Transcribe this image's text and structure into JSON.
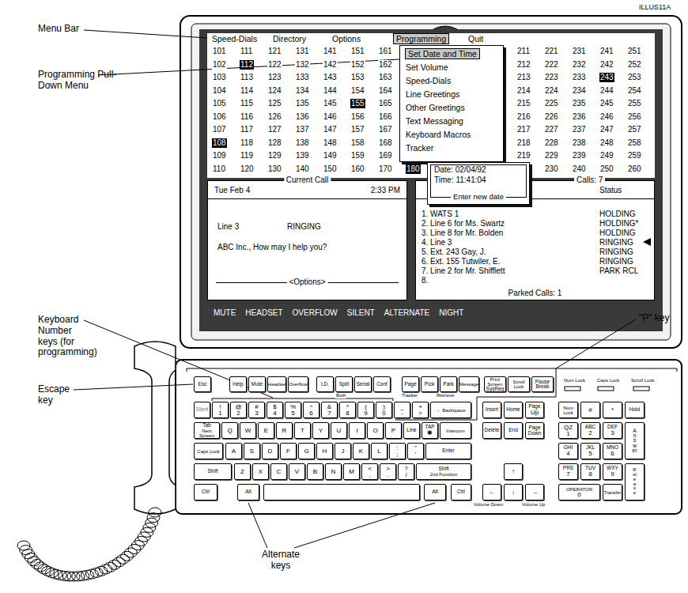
{
  "diagram": {
    "nodes": [
      {
        "text": [
          "Speed-Dials",
          "Directory",
          "Options",
          "Programming",
          "Quit"
        ]
      },
      {
        "text": [
          "Set Date and Time",
          "Set Volume",
          "Speed-Dials",
          "Line Greetings",
          "Other Greetings",
          "Text Messaging",
          "Keyboard Macros",
          "Tracker"
        ]
      },
      {
        "text": [
          "Current Call",
          "Tue Feb 4",
          "2:33 PM",
          "Line 3",
          "RINGING",
          "ABC Inc., How may I help you?",
          "<Options>"
        ]
      },
      {
        "text": [
          "Calls: 7",
          "Status",
          "1. WATS 1",
          "HOLDING",
          "2. Line 6 for Ms. Swartz",
          "HOLDING*",
          "3. Line 8 for Mr. Bolden",
          "HOLDING",
          "4. Line 3",
          "RINGING",
          "5. Ext. 243 Gay, J.",
          "RINGING",
          "6. Ext. 155 Tutwiler, E.",
          "RINGING",
          "7. Line 2 for Mr. Shifflett",
          "PARK RCL",
          "8.",
          "Parked Calls: 1"
        ]
      },
      {
        "text": [
          "Date: 02/04/92",
          "Time: 11:41:04",
          "Enter new date"
        ]
      }
    ],
    "labels": [
      "ILLUS11A",
      "Menu Bar",
      "Programming Pull-Down Menu",
      "Keyboard Number keys (for programming)",
      "Escape key",
      "\"P\" key",
      "Alternate keys",
      "101",
      "111",
      "121",
      "131",
      "141",
      "151",
      "161",
      "211",
      "221",
      "231",
      "241",
      "251",
      "102",
      "112",
      "122",
      "132",
      "142",
      "152",
      "162",
      "212",
      "222",
      "232",
      "242",
      "252",
      "103",
      "113",
      "123",
      "133",
      "143",
      "153",
      "163",
      "213",
      "223",
      "233",
      "243",
      "253",
      "104",
      "114",
      "124",
      "134",
      "144",
      "154",
      "164",
      "214",
      "224",
      "234",
      "244",
      "254",
      "105",
      "115",
      "125",
      "135",
      "145",
      "155",
      "165",
      "215",
      "225",
      "235",
      "245",
      "255",
      "106",
      "116",
      "126",
      "136",
      "146",
      "156",
      "166",
      "216",
      "226",
      "236",
      "246",
      "256",
      "107",
      "117",
      "127",
      "137",
      "147",
      "157",
      "167",
      "217",
      "227",
      "237",
      "247",
      "257",
      "108",
      "118",
      "128",
      "138",
      "148",
      "158",
      "168",
      "218",
      "228",
      "238",
      "248",
      "258",
      "109",
      "119",
      "129",
      "139",
      "149",
      "159",
      "169",
      "219",
      "229",
      "239",
      "249",
      "259",
      "110",
      "120",
      "130",
      "140",
      "150",
      "160",
      "170",
      "180",
      "230",
      "240",
      "250",
      "260",
      "MUTE",
      "HEADSET",
      "OVERFLOW",
      "SILENT",
      "ALTERNATE",
      "NIGHT",
      "Esc",
      "Help",
      "Mute",
      "Headset",
      "Overflow",
      "I.D.",
      "Split",
      "Serial",
      "Conf",
      "Page",
      "Pick",
      "Park",
      "Message",
      "Print Screen",
      "SysReq",
      "Scroll Lock",
      "Pause",
      "Break",
      "Silent",
      "!",
      "1",
      "@",
      "2",
      "#",
      "3",
      "$",
      "4",
      "%",
      "5",
      "^",
      "6",
      "&",
      "7",
      "*",
      "8",
      "(",
      "9",
      ")",
      "0",
      "_",
      "-",
      "+",
      "=",
      "← Backspace",
      "Tab",
      "Next Screen",
      "Q",
      "W",
      "E",
      "R",
      "T",
      "Y",
      "U",
      "I",
      "O",
      "P",
      "Line",
      "TAP",
      "✱",
      "Intercom",
      "Caps Lock",
      "A",
      "S",
      "D",
      "F",
      "G",
      "H",
      "J",
      "K",
      "L",
      ":",
      ";",
      "\"",
      "'",
      "Enter",
      "Shift",
      "Z",
      "X",
      "C",
      "V",
      "B",
      "N",
      "M",
      "<",
      ",",
      ">",
      ".",
      "?",
      "/",
      "Shift",
      "2nd Function",
      "Ctrl",
      "Alt",
      "Alt",
      "Ctrl",
      "Insert",
      "Home",
      "Page",
      "Up",
      "Delete",
      "End",
      "Page",
      "Down",
      "↑",
      "←",
      "↓",
      "→",
      "Num Lock",
      "#",
      "*",
      "Hold",
      "QZ",
      "1",
      "ABC",
      "2",
      "DEF",
      "3",
      "Answer",
      "GHI",
      "4",
      "JKL",
      "5",
      "MNO",
      "6",
      "PRS",
      "7",
      "TUV",
      "8",
      "WXY",
      "9",
      "Release",
      "OPERATOR",
      "0",
      "Transfer",
      "Both",
      "Tracker",
      "Retrieve",
      "Volume Down",
      "Volume Up",
      "Num Lock",
      "Caps Lock",
      "Scroll Lock"
    ]
  }
}
